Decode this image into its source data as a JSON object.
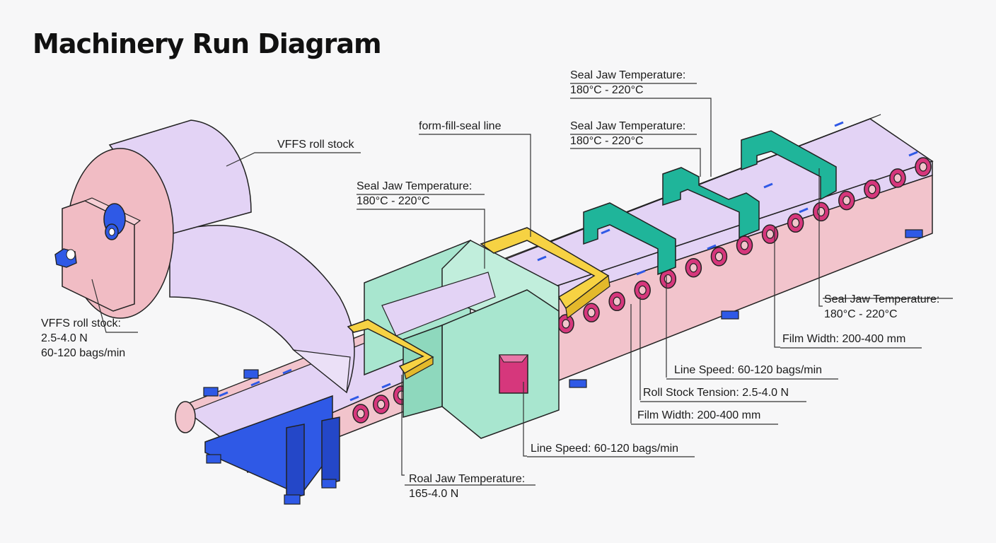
{
  "title": "Machinery Run Diagram",
  "colors": {
    "belt": "#f2c4cc",
    "film": "#e3d3f5",
    "roll_side": "#f1bcc4",
    "mint": "#a8e6cf",
    "teal": "#1fb59a",
    "yellow": "#f6d243",
    "blue": "#2f59e6",
    "magenta": "#d6377c",
    "outline": "#222222"
  },
  "labels": {
    "roll_top": "VFFS roll stock",
    "roll_left": [
      "VFFS roll stock:",
      "2.5-4.0 N",
      "60-120 bags/min"
    ],
    "form_fill_seal": "form-fill-seal line",
    "seal_left": [
      "Seal Jaw Temperature:",
      "180°C - 220°C"
    ],
    "seal_top_1": [
      "Seal Jaw Temperature:",
      "180°C - 220°C"
    ],
    "seal_top_2": [
      "Seal Jaw Temperature:",
      "180°C - 220°C"
    ],
    "seal_right": [
      "Seal Jaw Temperature:",
      "180°C - 220°C"
    ],
    "film_width_right": "Film Width: 200-400 mm",
    "line_speed_mid": "Line Speed: 60-120 bags/min",
    "roll_stock_tension": "Roll Stock Tension: 2.5-4.0 N",
    "film_width_mid": "Film Width: 200-400 mm",
    "line_speed_low": "Line Speed: 60-120 bags/min",
    "roal_jaw": [
      "Roal Jaw Temperature:",
      "165-4.0 N"
    ]
  }
}
